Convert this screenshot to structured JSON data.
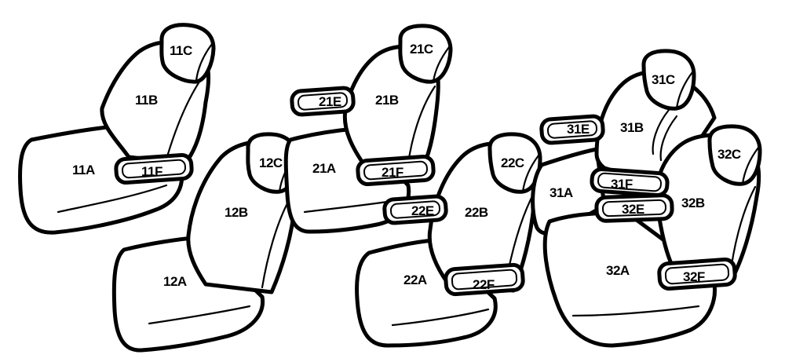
{
  "labels": {
    "s11A": "11A",
    "s11B": "11B",
    "s11C": "11C",
    "s11F": "11F",
    "s12A": "12A",
    "s12B": "12B",
    "s12C": "12C",
    "s21A": "21A",
    "s21B": "21B",
    "s21C": "21C",
    "s21E": "21E",
    "s21F": "21F",
    "s22A": "22A",
    "s22B": "22B",
    "s22C": "22C",
    "s22E": "22E",
    "s22F": "22F",
    "s31A": "31A",
    "s31B": "31B",
    "s31C": "31C",
    "s31E": "31E",
    "s31F": "31F",
    "s32A": "32A",
    "s32B": "32B",
    "s32C": "32C",
    "s32E": "32E",
    "s32F": "32F"
  },
  "colors": {
    "line": "#000000",
    "fill": "#ffffff"
  }
}
